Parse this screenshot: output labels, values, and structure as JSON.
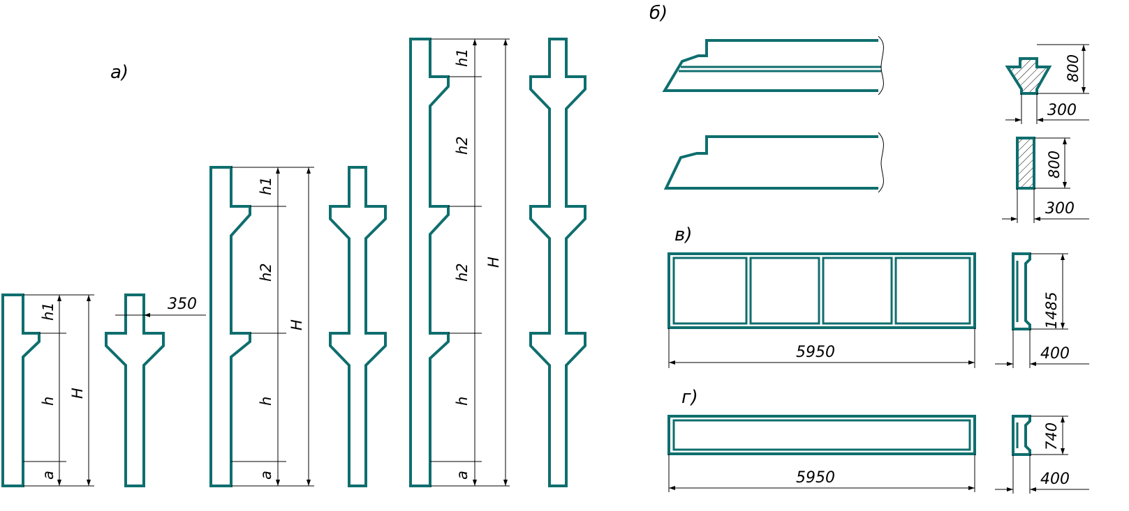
{
  "sections": {
    "a": "а)",
    "b": "б)",
    "v": "в)",
    "g": "г)"
  },
  "columns": {
    "c1": {
      "h1": "h1",
      "h": "h",
      "H": "H",
      "a": "a"
    },
    "c2": {
      "width": "350"
    },
    "c3": {
      "h1": "h1",
      "h2": "h2",
      "h": "h",
      "H": "H",
      "a": "a"
    },
    "c5": {
      "h1": "h1",
      "h2a": "h2",
      "h2b": "h2",
      "h": "h",
      "H": "H",
      "a": "a"
    }
  },
  "beams": {
    "b1": {
      "height": "800",
      "width": "300"
    },
    "b2": {
      "height": "800",
      "width": "300"
    }
  },
  "panels": {
    "v": {
      "length": "5950",
      "height": "1485",
      "thickness": "400"
    },
    "g": {
      "length": "5950",
      "height": "740",
      "thickness": "400"
    }
  },
  "colors": {
    "outline": "#0f6e6e",
    "dim": "#000000"
  }
}
